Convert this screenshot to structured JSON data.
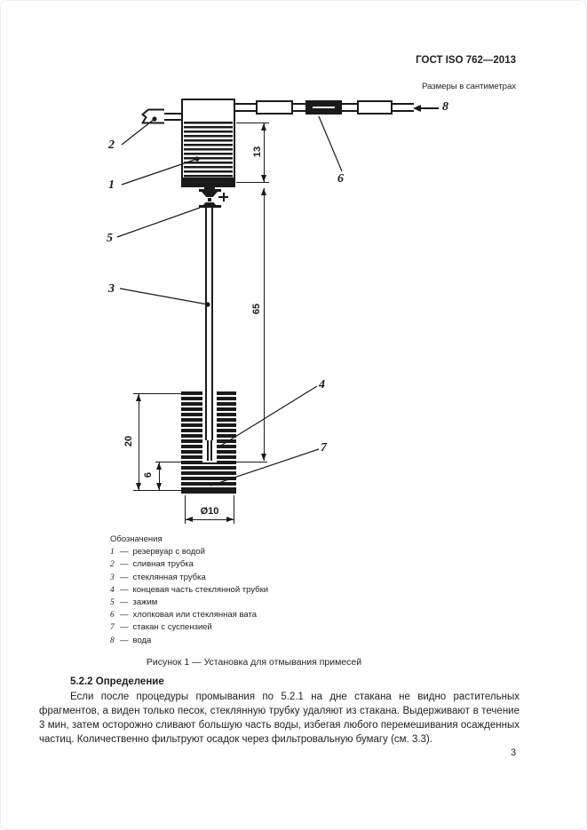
{
  "header": {
    "doc_code": "ГОСТ ISO 762—2013",
    "units_note": "Размеры в сантиметрах"
  },
  "figure": {
    "caption": "Рисунок 1 — Установка для отмывания примесей",
    "part_labels": {
      "p1": "1",
      "p2": "2",
      "p3": "3",
      "p4": "4",
      "p5": "5",
      "p6": "6",
      "p7": "7",
      "p8": "8"
    },
    "dimensions": {
      "reservoir_depth": "13",
      "tube_length": "65",
      "beaker_height": "20",
      "tip_clearance": "6",
      "beaker_diameter": "Ø10"
    },
    "legend": {
      "title": "Обозначения",
      "dash": "—",
      "items": [
        {
          "num": "1",
          "label": "резервуар с водой"
        },
        {
          "num": "2",
          "label": "сливная трубка"
        },
        {
          "num": "3",
          "label": "стеклянная трубка"
        },
        {
          "num": "4",
          "label": "концевая часть стеклянной трубки"
        },
        {
          "num": "5",
          "label": "зажим"
        },
        {
          "num": "6",
          "label": "хлопковая или стеклянная вата"
        },
        {
          "num": "7",
          "label": "стакан с суспензией"
        },
        {
          "num": "8",
          "label": "вода"
        }
      ]
    }
  },
  "section": {
    "heading": "5.2.2 Определение",
    "body": "Если после процедуры промывания по 5.2.1 на дне стакана не видно растительных фрагментов, а виден только песок, стеклянную трубку удаляют из стакана. Выдерживают в течение 3 мин, затем осторожно сливают большую часть воды, избегая любого перемешивания осажденных частиц. Количественно фильтруют осадок через фильтровальную бумагу (см. 3.3)."
  },
  "page_number": "3",
  "colors": {
    "ink": "#1a1a1a",
    "paper": "#ffffff"
  }
}
